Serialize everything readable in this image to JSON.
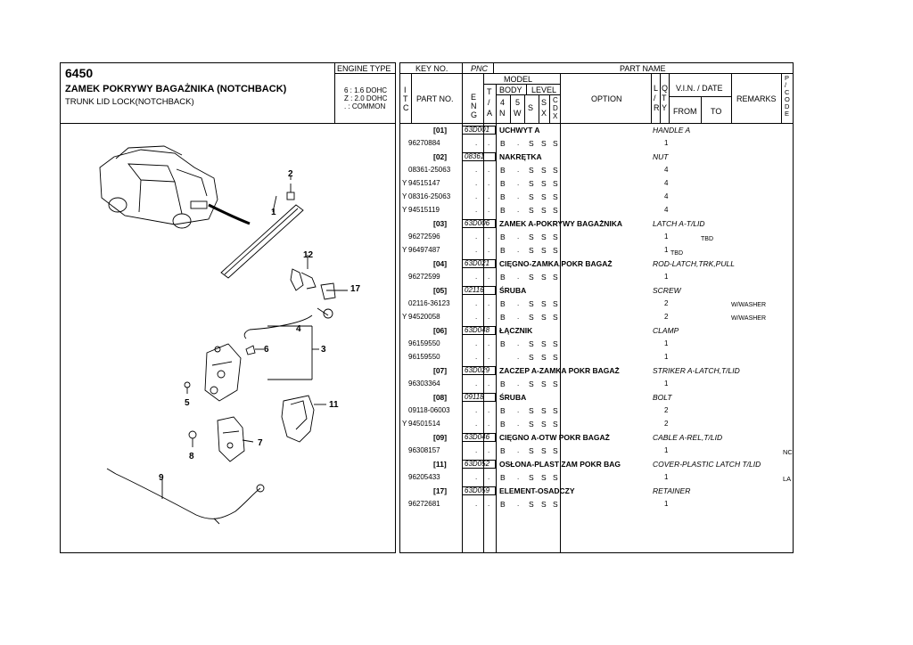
{
  "header": {
    "code": "6450",
    "title_pl": "ZAMEK POKRYWY BAGAŻNIKA (NOTCHBACK)",
    "title_en": "TRUNK LID LOCK(NOTCHBACK)",
    "engine_type_label": "ENGINE TYPE",
    "engine_types": [
      "6 : 1.6 DOHC",
      "Z : 2.0 DOHC",
      ". : COMMON"
    ]
  },
  "columns": {
    "key_no": "KEY NO.",
    "pnc": "PNC",
    "part_name": "PART NAME",
    "model": "MODEL",
    "body": "BODY",
    "level": "LEVEL",
    "itc": [
      "I",
      "T",
      "C"
    ],
    "part_no": "PART NO.",
    "eng": [
      "E",
      "N",
      "G"
    ],
    "ta": [
      "T",
      "/",
      "A"
    ],
    "body4": [
      "4",
      "N"
    ],
    "body5": [
      "5",
      "W"
    ],
    "lvl_s": "S",
    "lvl_sx": [
      "S",
      "X"
    ],
    "lvl_cdx": [
      "C",
      "D",
      "X"
    ],
    "option": "OPTION",
    "lr": [
      "L",
      "/",
      "R"
    ],
    "qty": [
      "Q",
      "T",
      "Y"
    ],
    "vin_date": "V.I.N. / DATE",
    "from": "FROM",
    "to": "TO",
    "remarks": "REMARKS",
    "pcode": [
      "P",
      "/",
      "C",
      "O",
      "D",
      "E"
    ]
  },
  "diagram": {
    "callouts": [
      "1",
      "2",
      "3",
      "4",
      "5",
      "6",
      "7",
      "8",
      "9",
      "11",
      "12",
      "17"
    ]
  },
  "rows": [
    {
      "type": "group",
      "key": "[01]",
      "pnc": "63D001",
      "name_pl": "UCHWYT A",
      "name_en": "HANDLE A"
    },
    {
      "type": "part",
      "itc": "",
      "part": "96270884",
      "eng": ".",
      "ta": ".",
      "b": "B",
      "s": ".",
      "l1": "S",
      "l2": "S",
      "l3": "S",
      "qty": "1",
      "note": "",
      "remark": "",
      "pcode": ""
    },
    {
      "type": "group",
      "key": "[02]",
      "pnc": "08361",
      "name_pl": "NAKRĘTKA",
      "name_en": "NUT"
    },
    {
      "type": "part",
      "itc": "",
      "part": "08361-25063",
      "eng": ".",
      "ta": ".",
      "b": "B",
      "s": ".",
      "l1": "S",
      "l2": "S",
      "l3": "S",
      "qty": "4",
      "note": "",
      "remark": "",
      "pcode": ""
    },
    {
      "type": "part",
      "itc": "Y",
      "part": "94515147",
      "eng": ".",
      "ta": ".",
      "b": "B",
      "s": ".",
      "l1": "S",
      "l2": "S",
      "l3": "S",
      "qty": "4",
      "note": "",
      "remark": "",
      "pcode": ""
    },
    {
      "type": "part",
      "itc": "Y",
      "part": "08316-25063",
      "eng": ".",
      "ta": ".",
      "b": "B",
      "s": ".",
      "l1": "S",
      "l2": "S",
      "l3": "S",
      "qty": "4",
      "note": "",
      "remark": "",
      "pcode": ""
    },
    {
      "type": "part",
      "itc": "Y",
      "part": "94515119",
      "eng": ".",
      "ta": ".",
      "b": "B",
      "s": ".",
      "l1": "S",
      "l2": "S",
      "l3": "S",
      "qty": "4",
      "note": "",
      "remark": "",
      "pcode": ""
    },
    {
      "type": "group",
      "key": "[03]",
      "pnc": "63D006",
      "name_pl": "ZAMEK A-POKRYWY BAGAŻNIKA",
      "name_en": "LATCH A-T/LID"
    },
    {
      "type": "part",
      "itc": "",
      "part": "96272596",
      "eng": ".",
      "ta": ".",
      "b": "B",
      "s": ".",
      "l1": "S",
      "l2": "S",
      "l3": "S",
      "qty": "1",
      "note": "TBD",
      "remark": "",
      "pcode": ""
    },
    {
      "type": "part",
      "itc": "Y",
      "part": "96497487",
      "eng": ".",
      "ta": ".",
      "b": "B",
      "s": ".",
      "l1": "S",
      "l2": "S",
      "l3": "S",
      "qty": "1",
      "note": "TBD",
      "remark": "",
      "pcode": ""
    },
    {
      "type": "group",
      "key": "[04]",
      "pnc": "63D021",
      "name_pl": "CIĘGNO-ZAMKA,POKR BAGAŻ",
      "name_en": "ROD-LATCH,TRK,PULL"
    },
    {
      "type": "part",
      "itc": "",
      "part": "96272599",
      "eng": ".",
      "ta": ".",
      "b": "B",
      "s": ".",
      "l1": "S",
      "l2": "S",
      "l3": "S",
      "qty": "1",
      "note": "",
      "remark": "",
      "pcode": ""
    },
    {
      "type": "group",
      "key": "[05]",
      "pnc": "02116",
      "name_pl": "ŚRUBA",
      "name_en": "SCREW"
    },
    {
      "type": "part",
      "itc": "",
      "part": "02116-36123",
      "eng": ".",
      "ta": ".",
      "b": "B",
      "s": ".",
      "l1": "S",
      "l2": "S",
      "l3": "S",
      "qty": "2",
      "note": "",
      "remark": "W/WASHER",
      "pcode": ""
    },
    {
      "type": "part",
      "itc": "Y",
      "part": "94520058",
      "eng": ".",
      "ta": ".",
      "b": "B",
      "s": ".",
      "l1": "S",
      "l2": "S",
      "l3": "S",
      "qty": "2",
      "note": "",
      "remark": "W/WASHER",
      "pcode": ""
    },
    {
      "type": "group",
      "key": "[06]",
      "pnc": "63D048",
      "name_pl": "ŁĄCZNIK",
      "name_en": "CLAMP"
    },
    {
      "type": "part",
      "itc": "",
      "part": "96159550",
      "eng": ".",
      "ta": ".",
      "b": "B",
      "s": ".",
      "l1": "S",
      "l2": "S",
      "l3": "S",
      "qty": "1",
      "note": "",
      "remark": "",
      "pcode": ""
    },
    {
      "type": "part",
      "itc": "",
      "part": "96159550",
      "eng": ".",
      "ta": ".",
      "b": "",
      "s": ".",
      "l1": "S",
      "l2": "S",
      "l3": "S",
      "qty": "1",
      "note": "",
      "remark": "",
      "pcode": ""
    },
    {
      "type": "group",
      "key": "[07]",
      "pnc": "63D029",
      "name_pl": "ZACZEP A-ZAMKA POKR BAGAŻ",
      "name_en": "STRIKER A-LATCH,T/LID"
    },
    {
      "type": "part",
      "itc": "",
      "part": "96303364",
      "eng": ".",
      "ta": ".",
      "b": "B",
      "s": ".",
      "l1": "S",
      "l2": "S",
      "l3": "S",
      "qty": "1",
      "note": "",
      "remark": "",
      "pcode": ""
    },
    {
      "type": "group",
      "key": "[08]",
      "pnc": "09118",
      "name_pl": "ŚRUBA",
      "name_en": "BOLT"
    },
    {
      "type": "part",
      "itc": "",
      "part": "09118-06003",
      "eng": ".",
      "ta": ".",
      "b": "B",
      "s": ".",
      "l1": "S",
      "l2": "S",
      "l3": "S",
      "qty": "2",
      "note": "",
      "remark": "",
      "pcode": ""
    },
    {
      "type": "part",
      "itc": "Y",
      "part": "94501514",
      "eng": ".",
      "ta": ".",
      "b": "B",
      "s": ".",
      "l1": "S",
      "l2": "S",
      "l3": "S",
      "qty": "2",
      "note": "",
      "remark": "",
      "pcode": ""
    },
    {
      "type": "group",
      "key": "[09]",
      "pnc": "63D046",
      "name_pl": "CIĘGNO A-OTW POKR BAGAŻ",
      "name_en": "CABLE A-REL,T/LID"
    },
    {
      "type": "part",
      "itc": "",
      "part": "96308157",
      "eng": ".",
      "ta": ".",
      "b": "B",
      "s": ".",
      "l1": "S",
      "l2": "S",
      "l3": "S",
      "qty": "1",
      "note": "",
      "remark": "",
      "pcode": "NC"
    },
    {
      "type": "group",
      "key": "[11]",
      "pnc": "63D052",
      "name_pl": "OSŁONA-PLAST ZAM POKR BAG",
      "name_en": "COVER-PLASTIC LATCH T/LID"
    },
    {
      "type": "part",
      "itc": "",
      "part": "96205433",
      "eng": ".",
      "ta": ".",
      "b": "B",
      "s": ".",
      "l1": "S",
      "l2": "S",
      "l3": "S",
      "qty": "1",
      "note": "",
      "remark": "",
      "pcode": "LA"
    },
    {
      "type": "group",
      "key": "[17]",
      "pnc": "63D059",
      "name_pl": "ELEMENT-OSADCZY",
      "name_en": "RETAINER"
    },
    {
      "type": "part",
      "itc": "",
      "part": "96272681",
      "eng": ".",
      "ta": ".",
      "b": "B",
      "s": ".",
      "l1": "S",
      "l2": "S",
      "l3": "S",
      "qty": "1",
      "note": "",
      "remark": "",
      "pcode": ""
    }
  ]
}
